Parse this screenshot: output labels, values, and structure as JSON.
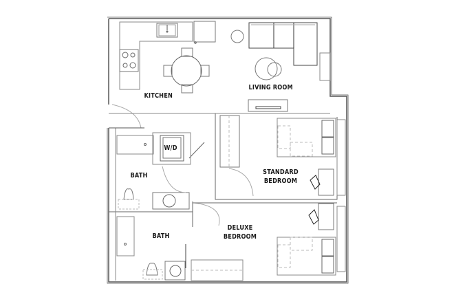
{
  "floorplan": {
    "rooms": {
      "kitchen": {
        "label": "KITCHEN"
      },
      "living_room": {
        "label": "LIVING ROOM"
      },
      "washer_dryer": {
        "label": "W/D"
      },
      "bath_1": {
        "label": "BATH"
      },
      "standard_bedroom": {
        "line1": "STANDARD",
        "line2": "BEDROOM"
      },
      "bath_2": {
        "label": "BATH"
      },
      "deluxe_bedroom": {
        "line1": "DELUXE",
        "line2": "BEDROOM"
      }
    },
    "colors": {
      "wall": "#555555",
      "line": "#777777",
      "dark_line": "#222222",
      "background": "#ffffff"
    }
  }
}
